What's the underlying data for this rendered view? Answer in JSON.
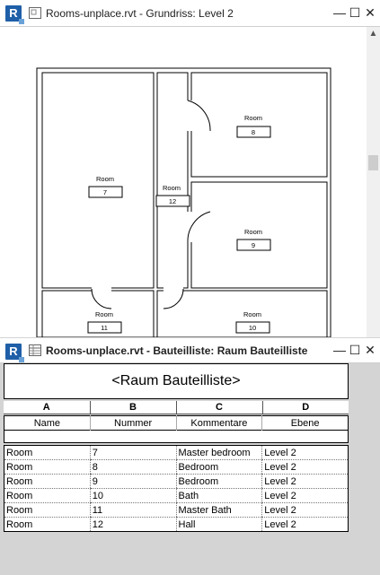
{
  "floorplan_window": {
    "title": "Rooms-unplace.rvt - Grundriss: Level 2",
    "rooms": [
      {
        "name": "Room",
        "number": "7"
      },
      {
        "name": "Room",
        "number": "12"
      },
      {
        "name": "Room",
        "number": "8"
      },
      {
        "name": "Room",
        "number": "9"
      },
      {
        "name": "Room",
        "number": "11"
      },
      {
        "name": "Room",
        "number": "10"
      }
    ]
  },
  "schedule_window": {
    "title": "Rooms-unplace.rvt - Bauteilliste: Raum Bauteilliste",
    "schedule_title": "<Raum Bauteilliste>",
    "column_letters": [
      "A",
      "B",
      "C",
      "D"
    ],
    "column_headers": [
      "Name",
      "Nummer",
      "Kommentare",
      "Ebene"
    ],
    "rows": [
      [
        "Room",
        "7",
        "Master bedroom",
        "Level 2"
      ],
      [
        "Room",
        "8",
        "Bedroom",
        "Level 2"
      ],
      [
        "Room",
        "9",
        "Bedroom",
        "Level 2"
      ],
      [
        "Room",
        "10",
        "Bath",
        "Level 2"
      ],
      [
        "Room",
        "11",
        "Master Bath",
        "Level 2"
      ],
      [
        "Room",
        "12",
        "Hall",
        "Level 2"
      ]
    ]
  },
  "window_controls": {
    "minimize": "—",
    "maximize": "☐",
    "close": "✕"
  },
  "colors": {
    "revit_blue": "#1f5fa8",
    "background": "#d4d4d4"
  }
}
